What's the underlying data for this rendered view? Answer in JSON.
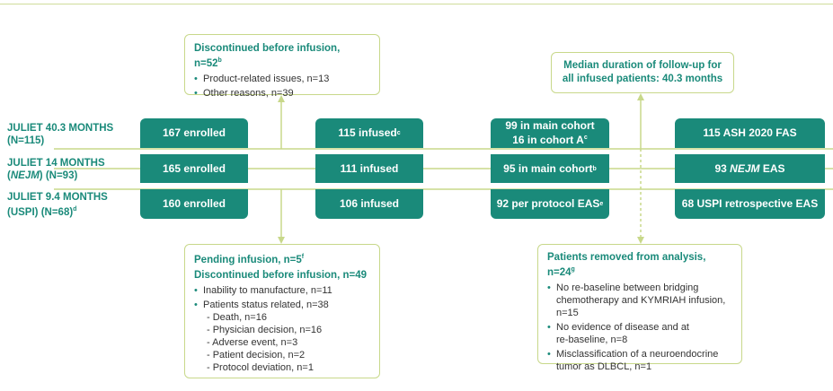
{
  "rows": [
    {
      "line1": "JULIET 40.3 MONTHS",
      "line2": "(N=115)",
      "line2_sup": ""
    },
    {
      "line1": "JULIET 14 MONTHS",
      "line2_italic": "NEJM",
      "line2_rest": ") (N=93)",
      "line2_open": "("
    },
    {
      "line1": "JULIET 9.4 MONTHS",
      "line2": "(USPI) (N=68)",
      "line2_sup": "d"
    }
  ],
  "boxes": {
    "enrolled": [
      "167 enrolled",
      "165 enrolled",
      "160 enrolled"
    ],
    "infused": {
      "row1": "115 infused",
      "row1_sup": "c",
      "row2": "111 infused",
      "row3": "106 infused"
    },
    "cohort": {
      "row1_line1": "99 in main cohort",
      "row1_line2": "16 in cohort A",
      "row1_sup": "c",
      "row2": "95 in main cohort",
      "row2_sup": "b",
      "row3": "92 per protocol EAS",
      "row3_sup": "e"
    },
    "analysis": {
      "row1": "115 ASH 2020 FAS",
      "row2_italic": "NEJM",
      "row2_prefix": "93 ",
      "row2_suffix": " EAS",
      "row3": "68 USPI retrospective EAS"
    }
  },
  "callouts": {
    "discontinued_top": {
      "title": "Discontinued before infusion, n=52",
      "title_sup": "b",
      "items": [
        "Product-related issues, n=13",
        "Other reasons, n=39"
      ]
    },
    "median_followup": {
      "line1": "Median duration of follow-up for",
      "line2": "all infused patients: 40.3 months"
    },
    "pending": {
      "title1": "Pending infusion, n=5",
      "title1_sup": "f",
      "title2": "Discontinued before infusion, n=49",
      "items": [
        {
          "text": "Inability to manufacture, n=11",
          "sub": []
        },
        {
          "text": "Patients status related, n=38",
          "sub": [
            "- Death, n=16",
            "- Physician decision, n=16",
            "- Adverse event, n=3",
            "- Patient decision, n=2",
            "- Protocol deviation, n=1"
          ]
        }
      ]
    },
    "removed": {
      "title": "Patients removed from analysis, n=24",
      "title_sup": "g",
      "items": [
        [
          "No re-baseline between bridging",
          "chemotherapy and KYMRIAH infusion,",
          "n=15"
        ],
        [
          "No evidence of disease and at",
          "re-baseline, n=8"
        ],
        [
          "Misclassification of a neuroendocrine",
          "tumor as DLBCL, n=1"
        ]
      ]
    }
  },
  "bullet_char": "•",
  "colors": {
    "teal": "#1a8a7a",
    "line": "#c8d88a",
    "text": "#333333"
  }
}
